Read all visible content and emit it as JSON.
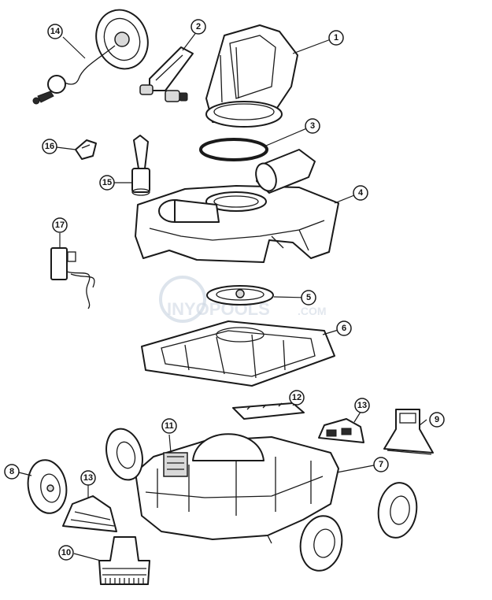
{
  "watermark": {
    "brand": "INYOPOOLS",
    "suffix": ".COM"
  },
  "colors": {
    "line": "#1a1a1a",
    "fill": "#ffffff",
    "watermark": "#cfd8e3"
  },
  "callouts": [
    "1",
    "2",
    "3",
    "4",
    "5",
    "6",
    "7",
    "8",
    "9",
    "10",
    "11",
    "12",
    "13",
    "13",
    "14",
    "15",
    "16",
    "17"
  ]
}
